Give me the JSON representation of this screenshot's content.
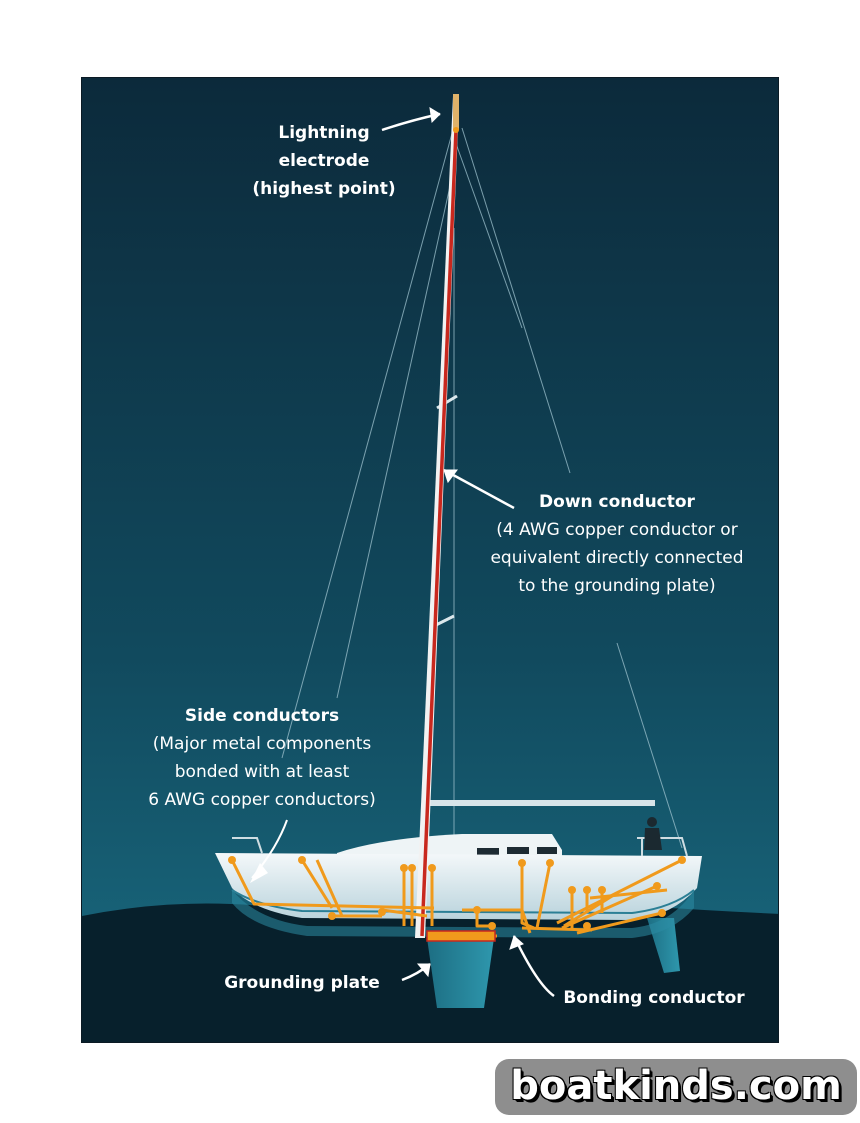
{
  "labels": {
    "lightning_electrode": [
      "Lightning",
      "electrode",
      "(highest point)"
    ],
    "down_conductor_title": "Down conductor",
    "down_conductor_desc": [
      "(4 AWG copper conductor or",
      "equivalent directly connected",
      "to the grounding plate)"
    ],
    "side_conductors_title": "Side conductors",
    "side_conductors_desc": [
      "(Major metal components",
      "bonded with at least",
      "6 AWG copper conductors)"
    ],
    "grounding_plate": "Grounding plate",
    "bonding_conductor": "Bonding conductor"
  },
  "watermark": "boatkinds.com",
  "colors": {
    "sky_top": "#0c2a3b",
    "sky_bottom": "#14566b",
    "water": "#07202c",
    "hull": "#e9f1f4",
    "mast": "#f2f2f2",
    "down_conductor": "#c8281e",
    "bonding": "#f09a1c"
  }
}
